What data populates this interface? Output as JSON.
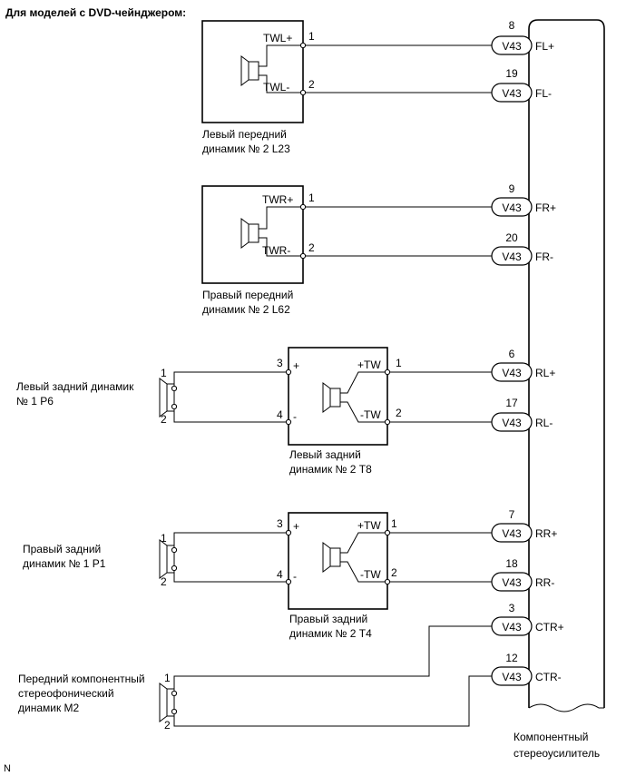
{
  "header": "Для моделей с DVD-чейнджером:",
  "footer_code": "N",
  "amplifier": {
    "label_line1": "Компонентный",
    "label_line2": "стереоусилитель"
  },
  "connector_name": "V43",
  "speakers": {
    "front_left_tweeter": {
      "label_line1": "Левый передний",
      "label_line2": "динамик № 2 L23",
      "term_pos": "TWL+",
      "term_neg": "TWL-",
      "pin_pos": "1",
      "pin_neg": "2"
    },
    "front_right_tweeter": {
      "label_line1": "Правый передний",
      "label_line2": "динамик № 2 L62",
      "term_pos": "TWR+",
      "term_neg": "TWR-",
      "pin_pos": "1",
      "pin_neg": "2"
    },
    "rear_left_1": {
      "label_line1": "Левый задний динамик",
      "label_line2": "№ 1 P6",
      "pin_pos": "1",
      "pin_neg": "2"
    },
    "rear_left_2": {
      "label_line1": "Левый задний",
      "label_line2": "динамик № 2 T8",
      "in_pos_pin": "3",
      "in_neg_pin": "4",
      "in_pos": "+",
      "in_neg": "-",
      "out_pos": "+TW",
      "out_neg": "-TW",
      "out_pos_pin": "1",
      "out_neg_pin": "2"
    },
    "rear_right_1": {
      "label_line1": "Правый задний",
      "label_line2": "динамик № 1 P1",
      "pin_pos": "1",
      "pin_neg": "2"
    },
    "rear_right_2": {
      "label_line1": "Правый задний",
      "label_line2": "динамик № 2 T4",
      "in_pos_pin": "3",
      "in_neg_pin": "4",
      "in_pos": "+",
      "in_neg": "-",
      "out_pos": "+TW",
      "out_neg": "-TW",
      "out_pos_pin": "1",
      "out_neg_pin": "2"
    },
    "front_center": {
      "label_line1": "Передний компонентный",
      "label_line2": "стереофонический",
      "label_line3": "динамик M2",
      "pin_pos": "1",
      "pin_neg": "2"
    }
  },
  "amp_terminals": [
    {
      "pin": "8",
      "name": "FL+"
    },
    {
      "pin": "19",
      "name": "FL-"
    },
    {
      "pin": "9",
      "name": "FR+"
    },
    {
      "pin": "20",
      "name": "FR-"
    },
    {
      "pin": "6",
      "name": "RL+"
    },
    {
      "pin": "17",
      "name": "RL-"
    },
    {
      "pin": "7",
      "name": "RR+"
    },
    {
      "pin": "18",
      "name": "RR-"
    },
    {
      "pin": "3",
      "name": "CTR+"
    },
    {
      "pin": "12",
      "name": "CTR-"
    }
  ]
}
